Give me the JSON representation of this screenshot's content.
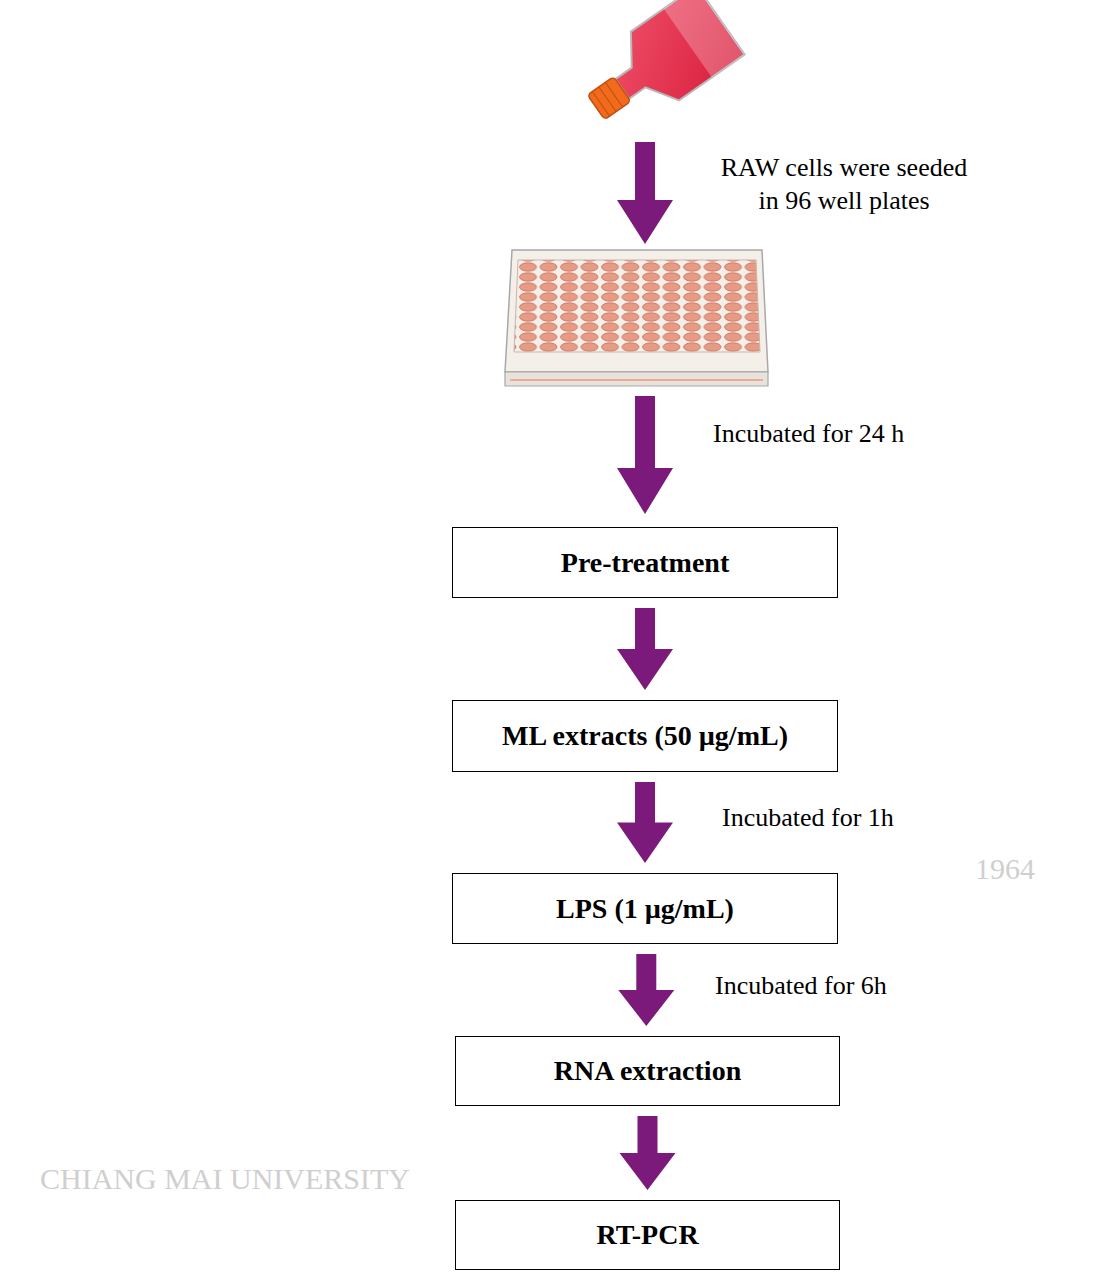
{
  "diagram": {
    "nodes": [
      {
        "text": [
          "Pre-treatment"
        ]
      },
      {
        "text": [
          "ML extracts (50 µg/mL)"
        ]
      },
      {
        "text": [
          "LPS (1 µg/mL)"
        ]
      },
      {
        "text": [
          "RNA extraction"
        ]
      },
      {
        "text": [
          "RT-PCR"
        ]
      }
    ],
    "edges": [
      {
        "from": 0,
        "to": 1,
        "arrow": "to"
      },
      {
        "from": 1,
        "to": 2,
        "label": "Incubated for 1h",
        "arrow": "to"
      },
      {
        "from": 2,
        "to": 3,
        "label": "Incubated for 6h",
        "arrow": "to"
      },
      {
        "from": 3,
        "to": 4,
        "arrow": "to"
      }
    ],
    "labels": [
      "RAW cells were seeded in 96 well plates",
      "Incubated for 24 h",
      "CHIANG MAI UNIVERSITY",
      "1964"
    ]
  }
}
